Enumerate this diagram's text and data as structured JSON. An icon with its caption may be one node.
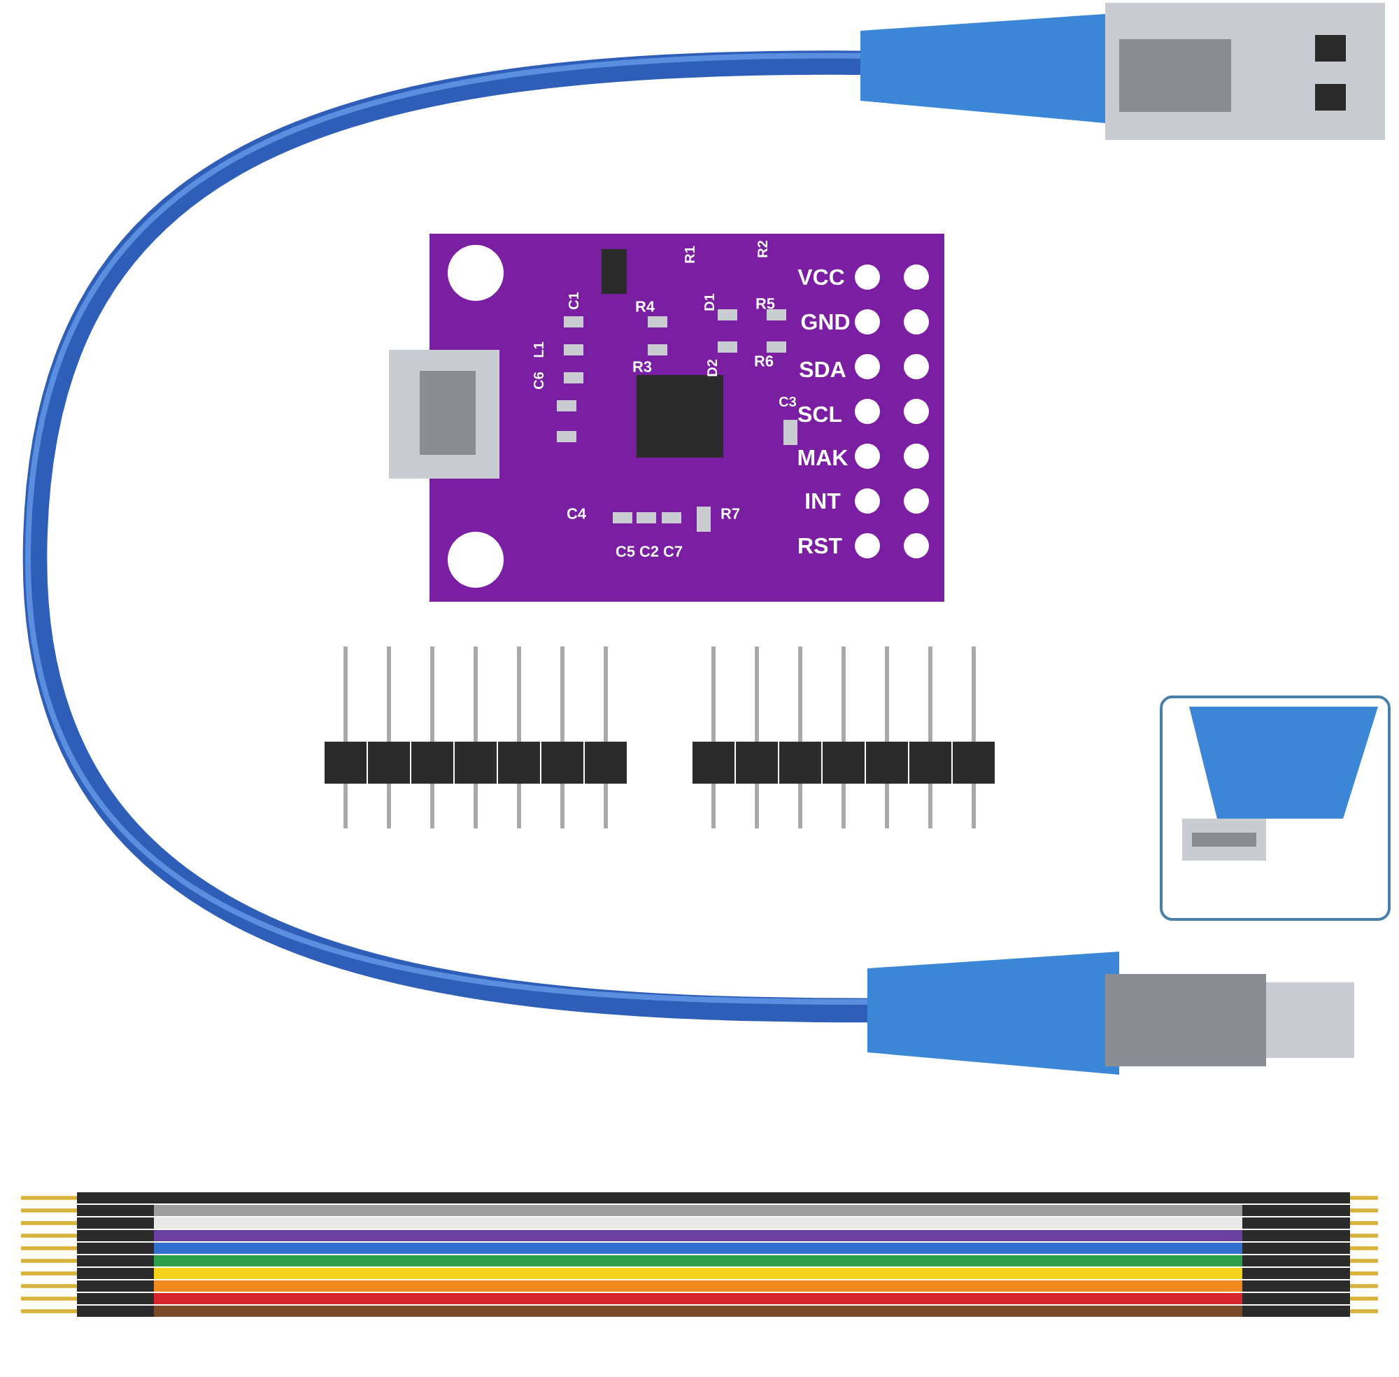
{
  "diagram": {
    "labels": [
      "R1",
      "R2",
      "VCC",
      "C1",
      "R4",
      "D1",
      "R5",
      "GND",
      "L1",
      "C6",
      "R3",
      "D2",
      "R6",
      "SDA",
      "C3",
      "SCL",
      "MAK",
      "C4",
      "INT",
      "R7",
      "RST",
      "C5",
      "C2",
      "C7"
    ]
  }
}
